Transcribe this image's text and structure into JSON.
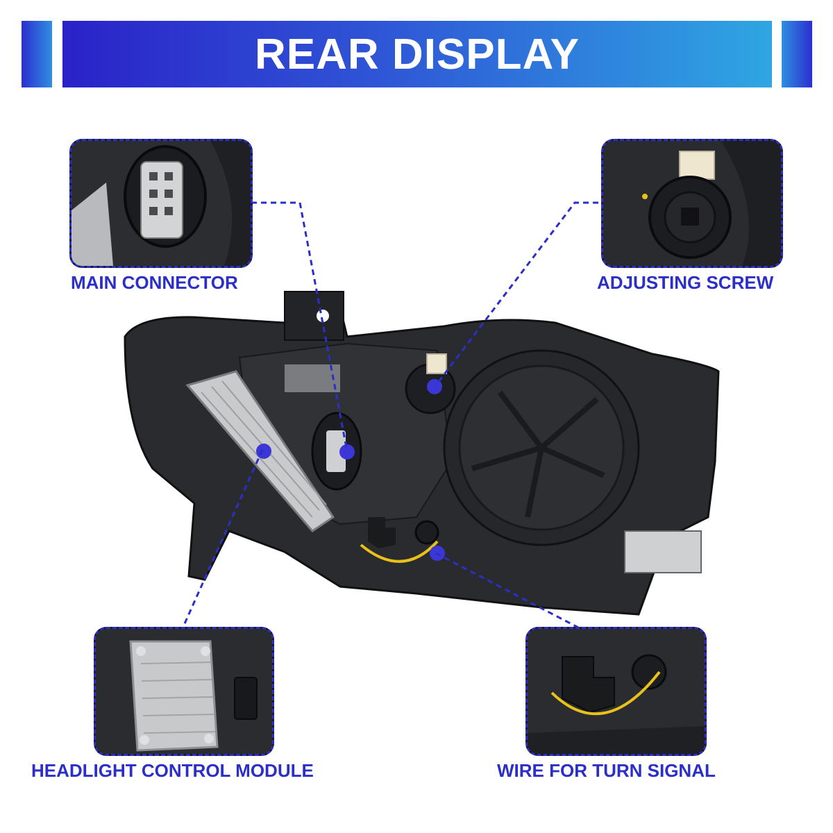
{
  "header": {
    "title": "REAR DISPLAY"
  },
  "callouts": {
    "main_connector": "MAIN CONNECTOR",
    "adjusting_screw": "ADJUSTING SCREW",
    "control_module": "HEADLIGHT CONTROL MODULE",
    "turn_signal_wire": "WIRE FOR TURN SIGNAL"
  },
  "colors": {
    "accent": "#2b2fc8",
    "banner_start": "#2a22c8",
    "banner_end": "#2fa6e2",
    "marker": "#3a37d6",
    "housing": "#2a2b2e",
    "wire": "#e8c21a"
  }
}
